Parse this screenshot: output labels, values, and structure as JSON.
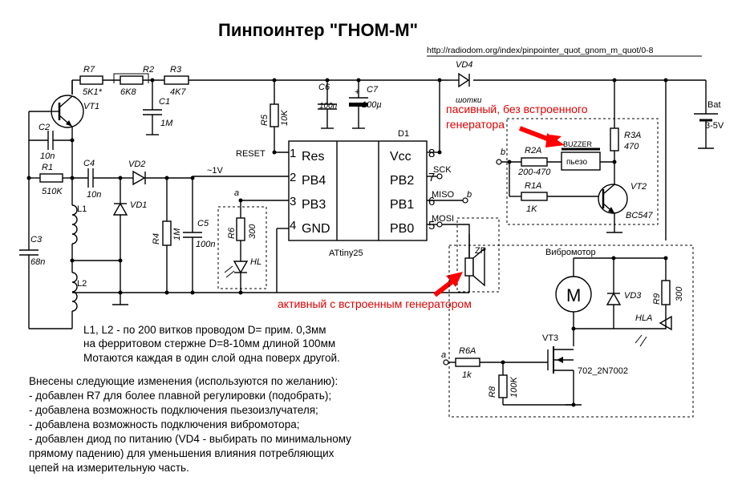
{
  "title": "Пинпоинтер \"ГНОМ-М\"",
  "url": "http://radiodom.org/index/pinpointer_quot_gnom_m_quot/0-8",
  "chip": {
    "ref": "D1",
    "name": "ATtiny25",
    "left_pins": [
      {
        "num": "1",
        "name": "Res"
      },
      {
        "num": "2",
        "name": "PB4"
      },
      {
        "num": "3",
        "name": "PB3"
      },
      {
        "num": "4",
        "name": "GND"
      }
    ],
    "right_pins": [
      {
        "num": "8",
        "name": "Vcc"
      },
      {
        "num": "7",
        "name": "PB2"
      },
      {
        "num": "6",
        "name": "PB1"
      },
      {
        "num": "5",
        "name": "PB0"
      }
    ]
  },
  "labels": {
    "reset": "RESET",
    "sck": "SCK",
    "miso": "MISO",
    "mosi": "MOSI",
    "a": "a",
    "b": "b",
    "voltage": "~1V",
    "r7": "R7",
    "r7v": "5K1*",
    "r2": "R2",
    "r2v": "6K8",
    "r3": "R3",
    "r3v": "4K7",
    "c1": "C1",
    "c1v": "1M",
    "r5": "R5",
    "r5v": "10K",
    "c6": "C6",
    "c6v": "100n",
    "c7": "C7",
    "c7v": "100µ",
    "vd4": "VD4",
    "vd4note": "шотки",
    "vt1": "VT1",
    "c2": "C2",
    "c2v": "10n",
    "r1": "R1",
    "r1v": "510K",
    "c4": "C4",
    "c4v": "10n",
    "vd2": "VD2",
    "vd1": "VD1",
    "l1": "L1",
    "l2": "L2",
    "c3": "C3",
    "c3v": "68n",
    "r4": "R4",
    "r4v": "1M",
    "c5": "C5",
    "c5v": "100n",
    "r6": "R6",
    "r6v": "300",
    "hl": "HL",
    "zp": "ZP",
    "bat": "Bat",
    "batv": "3-5V",
    "buzzer": "BUZZER",
    "piezo": "пьезо",
    "r2a": "R2A",
    "r2av": "200-470",
    "r1a": "R1A",
    "r1av": "1K",
    "r3a": "R3A",
    "r3av": "470",
    "vt2": "VT2",
    "vt2v": "BC547",
    "vibro": "Вибромотор",
    "motor": "M",
    "vd3": "VD3",
    "r9": "R9",
    "r9v": "300",
    "hla": "HLA",
    "vt3": "VT3",
    "vt3v": "702_2N7002",
    "r6a": "R6A",
    "r6av": "1k",
    "r8": "R8",
    "r8v": "100K"
  },
  "annotations": {
    "passive_1": "пасивный, без встроенного",
    "passive_2": "генератора",
    "active": "активный с встроенным генератором"
  },
  "notes": {
    "coil": [
      "L1, L2 - по 200 витков проводом D= прим. 0,3мм",
      "на ферритовом стержне D=8-10мм длиной 100мм",
      "Мотаются каждая в один слой одна поверх другой."
    ],
    "changes": [
      "Внесены следующие изменения (используются по желанию):",
      "- добавлен R7 для более плавной регулировки (подобрать);",
      "- добавлена возможность подключения пьезоизлучателя;",
      "- добавлена возможность подключения вибромотора;",
      "- добавлен диод по питанию (VD4 - выбирать по минимальному",
      "   прямому   падению) для уменьшения влияния   потребляющих",
      "   цепей на измерительную часть."
    ]
  },
  "colors": {
    "annotation": "#e00000",
    "arrow": "#ff0000",
    "line": "#000000"
  }
}
